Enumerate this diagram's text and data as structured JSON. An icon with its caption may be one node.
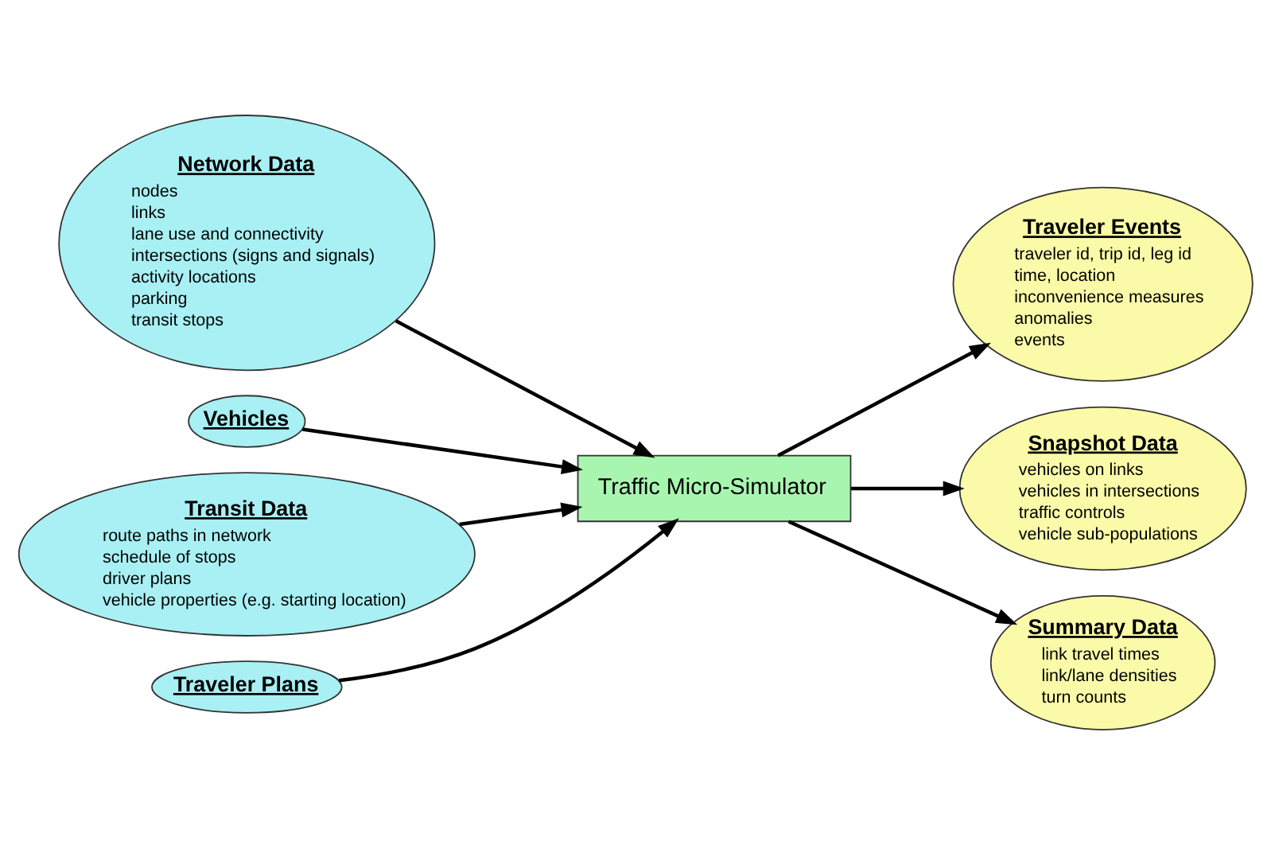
{
  "diagram": {
    "nodes": [
      {
        "text": [
          "Network Data",
          "nodes",
          "links",
          "lane use and connectivity",
          "intersections (signs and signals)",
          "activity locations",
          "parking",
          "transit stops"
        ]
      },
      {
        "text": [
          "Vehicles"
        ]
      },
      {
        "text": [
          "Transit Data",
          "route paths in network",
          "schedule of stops",
          "driver plans",
          "vehicle properties (e.g. starting location)"
        ]
      },
      {
        "text": [
          "Traveler Plans"
        ]
      },
      {
        "text": [
          "Traffic Micro-Simulator"
        ]
      },
      {
        "text": [
          "Traveler Events",
          "traveler id, trip id, leg id",
          "time, location",
          "inconvenience measures",
          "anomalies",
          "events"
        ]
      },
      {
        "text": [
          "Snapshot Data",
          "vehicles on links",
          "vehicles in intersections",
          "traffic controls",
          "vehicle sub-populations"
        ]
      },
      {
        "text": [
          "Summary Data",
          "link travel times",
          "link/lane densities",
          "turn counts"
        ]
      }
    ],
    "edges": [
      {
        "from": 0,
        "to": 4,
        "arrow": "to"
      },
      {
        "from": 1,
        "to": 4,
        "arrow": "to"
      },
      {
        "from": 2,
        "to": 4,
        "arrow": "to"
      },
      {
        "from": 3,
        "to": 4,
        "arrow": "to"
      },
      {
        "from": 4,
        "to": 5,
        "arrow": "to"
      },
      {
        "from": 4,
        "to": 6,
        "arrow": "to"
      },
      {
        "from": 4,
        "to": 7,
        "arrow": "to"
      }
    ]
  }
}
